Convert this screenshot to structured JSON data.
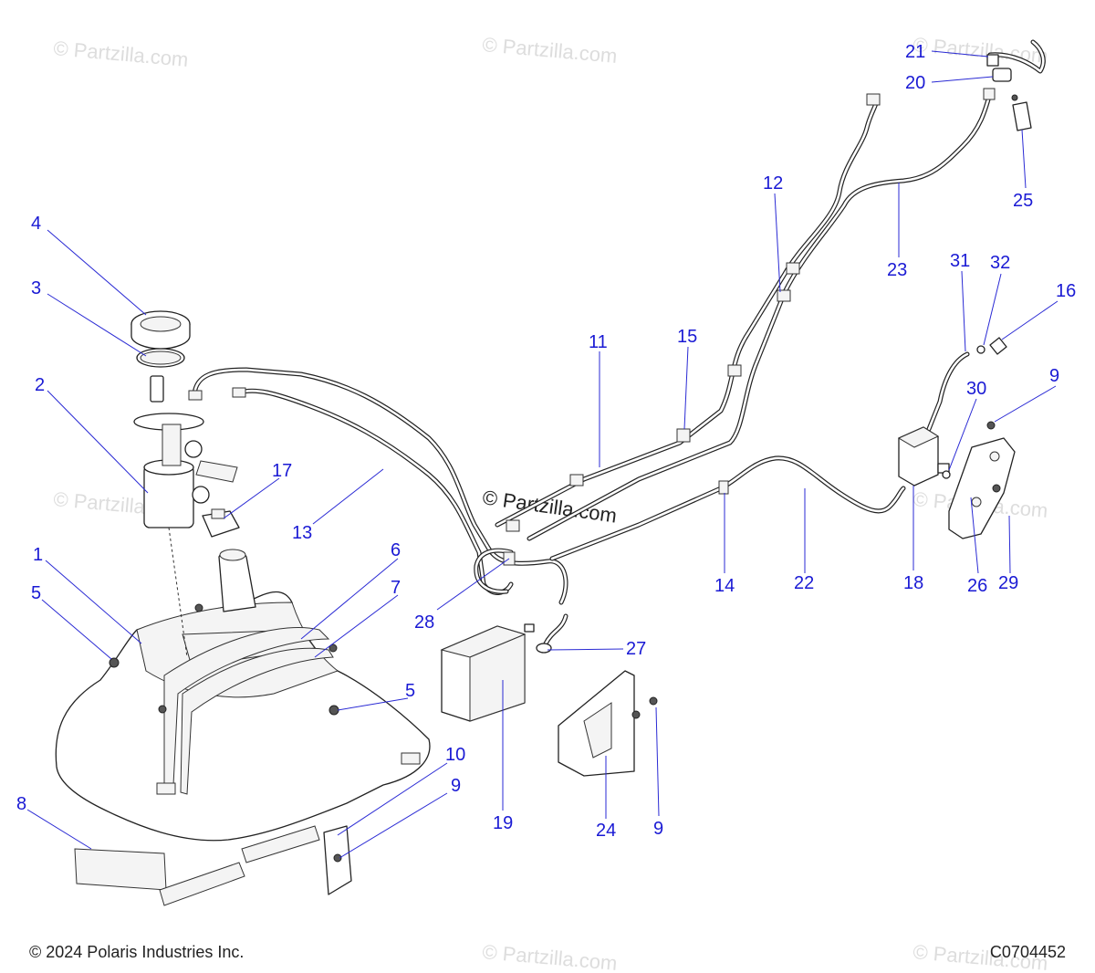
{
  "watermark": "© Partzilla.com",
  "footer": {
    "copyright": "© 2024 Polaris Industries Inc.",
    "diagram_code": "C0704452"
  },
  "callouts": {
    "c1": "1",
    "c2": "2",
    "c3": "3",
    "c4": "4",
    "c5a": "5",
    "c5b": "5",
    "c6": "6",
    "c7": "7",
    "c8": "8",
    "c9a": "9",
    "c9b": "9",
    "c9c": "9",
    "c10": "10",
    "c11": "11",
    "c12": "12",
    "c13": "13",
    "c14": "14",
    "c15": "15",
    "c16": "16",
    "c17": "17",
    "c18": "18",
    "c19": "19",
    "c20": "20",
    "c21": "21",
    "c22": "22",
    "c23": "23",
    "c24": "24",
    "c25": "25",
    "c26": "26",
    "c27": "27",
    "c28": "28",
    "c29": "29",
    "c30": "30",
    "c31": "31",
    "c32": "32"
  },
  "colors": {
    "callout": "#1a1ad4",
    "line": "#222222",
    "watermark": "#dddddd"
  }
}
